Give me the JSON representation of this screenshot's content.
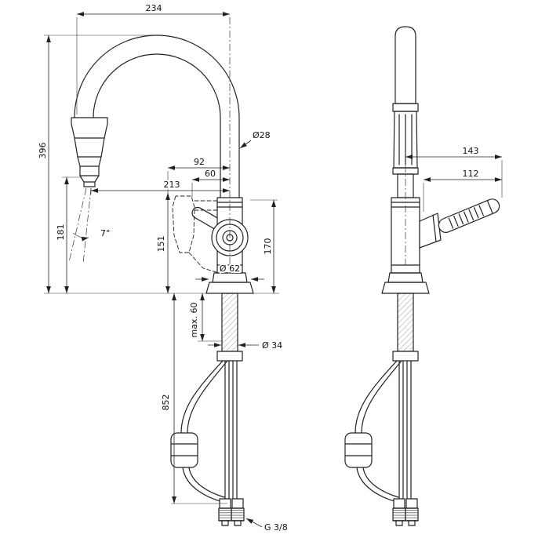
{
  "dims": {
    "d234": "234",
    "d396": "396",
    "d181": "181",
    "d92": "92",
    "d60": "60",
    "d213": "213",
    "d28": "Ø28",
    "d170": "170",
    "d151": "151",
    "d7": "7°",
    "d62": "Ø 62",
    "dmax60": "max. 60",
    "d34": "Ø 34",
    "d852": "852",
    "d143": "143",
    "d112": "112",
    "dthread": "G 3/8"
  }
}
